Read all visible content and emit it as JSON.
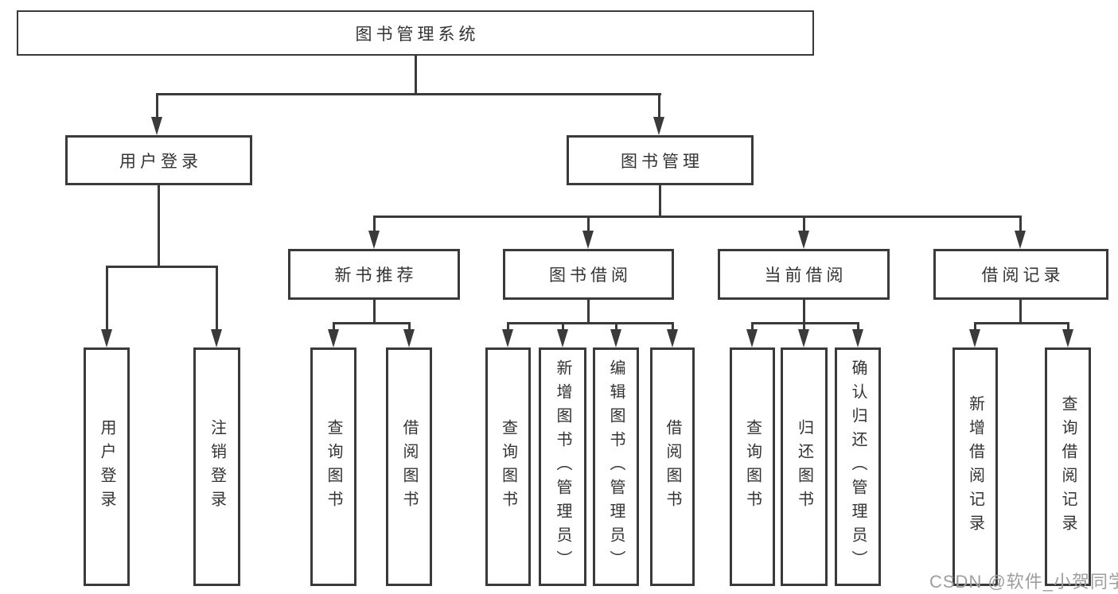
{
  "diagram": {
    "root": {
      "label": "图书管理系统"
    },
    "level1": [
      {
        "label": "用户登录",
        "children": [
          {
            "label": "用户登录"
          },
          {
            "label": "注销登录"
          }
        ]
      },
      {
        "label": "图书管理",
        "children": [
          {
            "label": "新书推荐",
            "children": [
              {
                "label": "查询图书"
              },
              {
                "label": "借阅图书"
              }
            ]
          },
          {
            "label": "图书借阅",
            "children": [
              {
                "label": "查询图书"
              },
              {
                "label": "新增图书（管理员）"
              },
              {
                "label": "编辑图书（管理员）"
              },
              {
                "label": "借阅图书"
              }
            ]
          },
          {
            "label": "当前借阅",
            "children": [
              {
                "label": "查询图书"
              },
              {
                "label": "归还图书"
              },
              {
                "label": "确认归还（管理员）"
              }
            ]
          },
          {
            "label": "借阅记录",
            "children": [
              {
                "label": "新增借阅记录"
              },
              {
                "label": "查询借阅记录"
              }
            ]
          }
        ]
      }
    ]
  },
  "watermark": {
    "label": "CSDN @软件_小贺同学"
  },
  "colors": {
    "line": "#3a3a3a",
    "text": "#333333",
    "watermark": "#9e9e9e",
    "background": "#ffffff"
  }
}
